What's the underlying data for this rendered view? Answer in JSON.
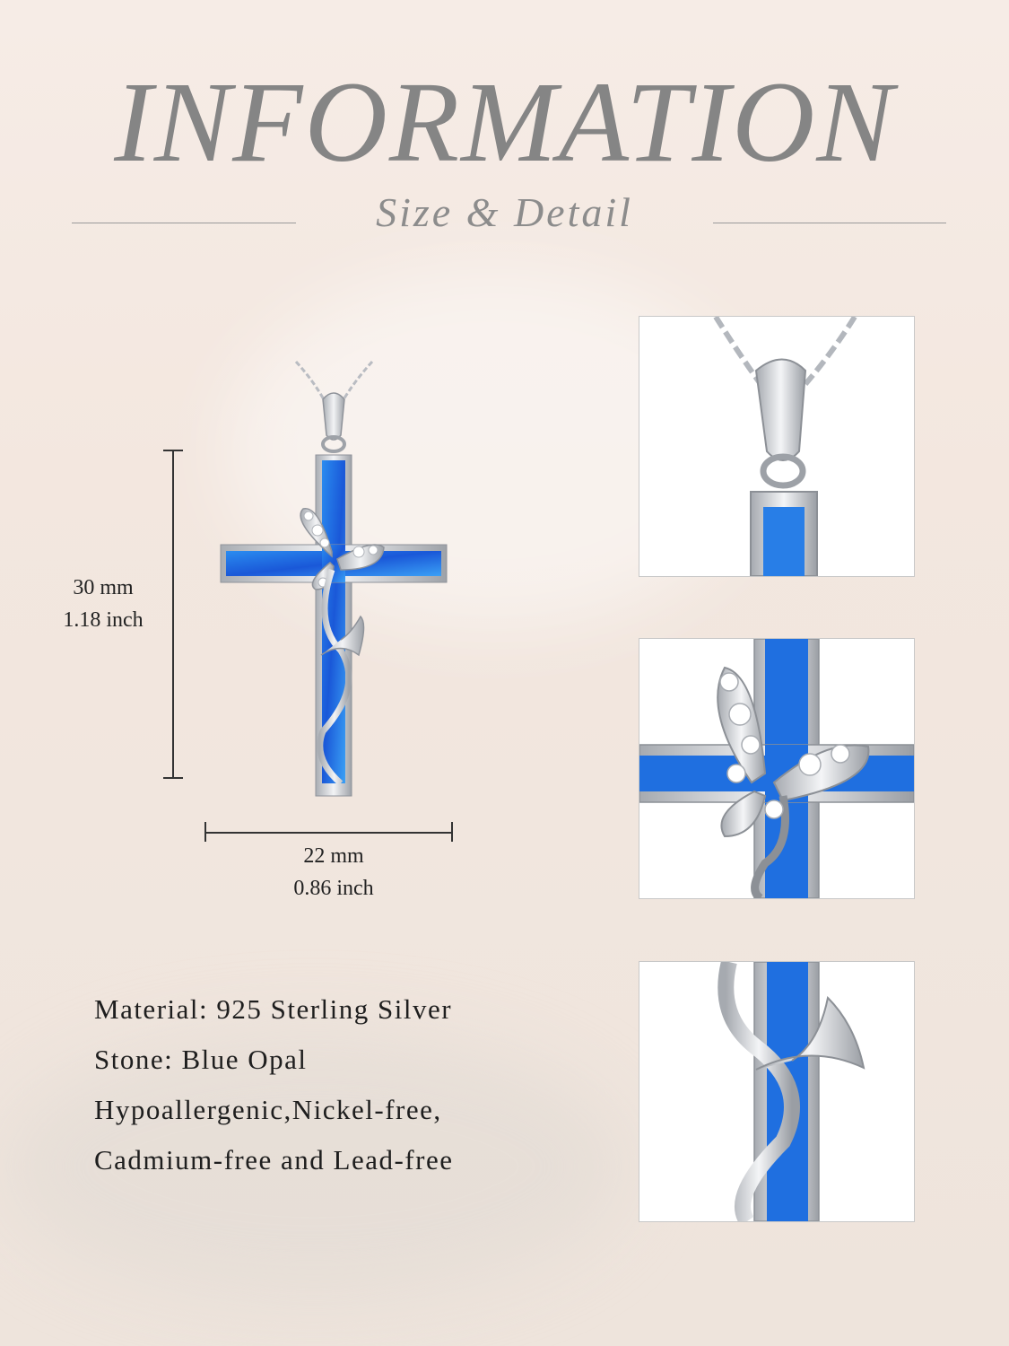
{
  "header": {
    "title": "INFORMATION",
    "subtitle": "Size & Detail"
  },
  "dimensions": {
    "height_mm": "30 mm",
    "height_inch": "1.18 inch",
    "width_mm": "22 mm",
    "width_inch": "0.86 inch"
  },
  "specs": {
    "material": "Material: 925 Sterling Silver",
    "stone": "Stone: Blue Opal",
    "hypo_line1": "Hypoallergenic,Nickel-free,",
    "hypo_line2": "Cadmium-free and Lead-free"
  },
  "colors": {
    "opal": "#1f6fe0",
    "silver": "#c9ccd1",
    "text": "#1e1e1e"
  }
}
